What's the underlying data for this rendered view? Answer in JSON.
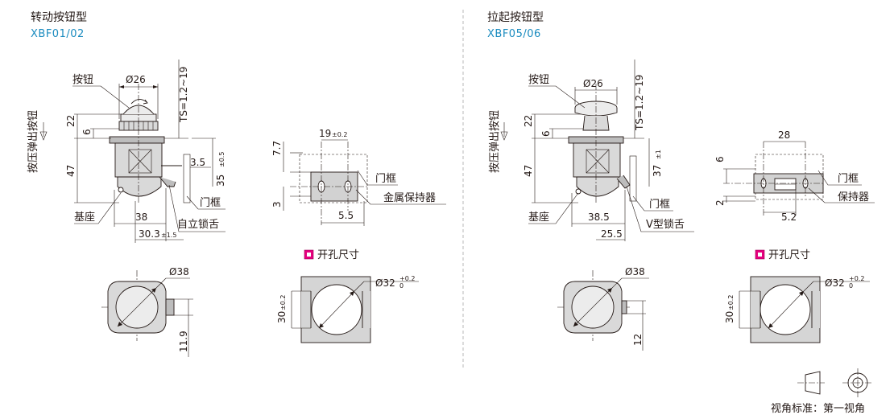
{
  "left": {
    "title": "转动按钮型",
    "code": "XBF01/02",
    "press_note": "按压弹出按钮",
    "labels": {
      "button": "按钮",
      "base": "基座",
      "door_frame": "门框",
      "latch": "自立锁舌",
      "door_frame_right": "门框",
      "holder": "金属保持器"
    },
    "dims": {
      "dia_top": "Ø26",
      "ts": "TS=1.2~19",
      "d22": "22",
      "d6": "6",
      "d47": "47",
      "d3_5": "3.5",
      "d35": "35",
      "d35_tol": "±0.5",
      "d38": "38",
      "d30_3": "30.3",
      "d30_3_tol": "±1.5",
      "d19": "19",
      "d19_tol": "±0.2",
      "d7_7": "7.7",
      "d3": "3",
      "d5_5": "5.5",
      "dia38": "Ø38",
      "d11_9": "11.9",
      "d30": "30",
      "d30_tol": "±0.2",
      "dia32": "Ø32",
      "dia32_up": "+0.2",
      "dia32_low": "0"
    },
    "cutout_title": "开孔尺寸"
  },
  "right": {
    "title": "拉起按钮型",
    "code": "XBF05/06",
    "press_note": "按压弹出按钮",
    "labels": {
      "button": "按钮",
      "base": "基座",
      "door_frame": "门框",
      "latch": "V型锁舌",
      "door_frame_right": "门框",
      "holder": "保持器"
    },
    "dims": {
      "dia_top": "Ø26",
      "ts": "TS=1.2~19",
      "d22": "22",
      "d6": "6",
      "d47": "47",
      "d37": "37",
      "d37_tol": "±1",
      "d38_5": "38.5",
      "d25_5": "25.5",
      "d28": "28",
      "d6b": "6",
      "d2": "2",
      "d5_2": "5.2",
      "dia38": "Ø38",
      "d12": "12",
      "d30": "30",
      "d30_tol": "±0.2",
      "dia32": "Ø32",
      "dia32_up": "+0.2",
      "dia32_low": "0"
    },
    "cutout_title": "开孔尺寸"
  },
  "projection_label": "视角标准：第一视角",
  "colors": {
    "code": "#1a8bbf",
    "marker": "#e6007e",
    "part_fill": "#d9d9d9"
  }
}
